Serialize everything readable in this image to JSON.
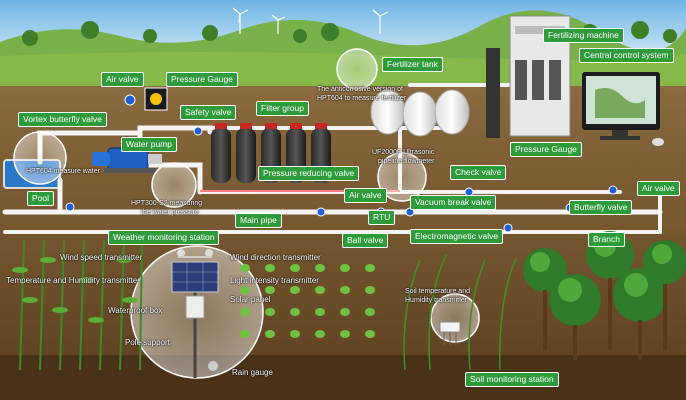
{
  "labels": {
    "air_valve_top": "Air valve",
    "pressure_gauge_top": "Pressure Gauge",
    "safety_valve": "Safety valve",
    "vortex_butterfly_valve": "Vortex butterfly valve",
    "water_pump": "Water pump",
    "filter_group": "Filter group",
    "fertilizer_tank": "Fertilizer tank",
    "fertilizing_machine": "Fertilizing machine",
    "central_control_system": "Central control system",
    "pressure_gauge_right": "Pressure Gauge",
    "pressure_reducing_valve": "Pressure reducing valve",
    "check_valve": "Check valve",
    "air_valve_mid": "Air valve",
    "air_valve_right": "Air valve",
    "pool": "Pool",
    "rtu": "RTU",
    "vacuum_break_valve": "Vacuum break valve",
    "butterfly_valve": "Butterfly valve",
    "main_pipe": "Main pipe",
    "weather_monitoring_station": "Weather monitoring station",
    "ball_valve": "Ball valve",
    "electromagnetic_valve": "Electromagnetic valve",
    "branch": "Branch",
    "soil_monitoring_station": "Soil monitoring station"
  },
  "texts": {
    "hpt604_measure_water": "HPT604 measure water",
    "hpt300_line1": "HPT300-S2 measuring",
    "hpt300_line2": "the water pressure",
    "anticorrosive_line1": "The anticorrosive version of",
    "anticorrosive_line2": "HPT604 to measure fertilizer",
    "uf2000_line1": "UF2000F Ultrasonic",
    "uf2000_line2": "pipeline flowmeter",
    "wind_speed_transmitter": "Wind speed transmitter",
    "wind_direction_transmitter": "Wind direction transmitter",
    "temp_humidity_transmitter": "Temperature and Humidity transmitter",
    "light_intensity_transmitter": "Light intensity transmitter",
    "solar_panel": "Solar panel",
    "waterproof_box": "Waterproof box",
    "pole_support": "Pole support",
    "rain_gauge": "Rain gauge",
    "soil_th_line1": "Soil temperature and",
    "soil_th_line2": "Humidity transmitter"
  }
}
